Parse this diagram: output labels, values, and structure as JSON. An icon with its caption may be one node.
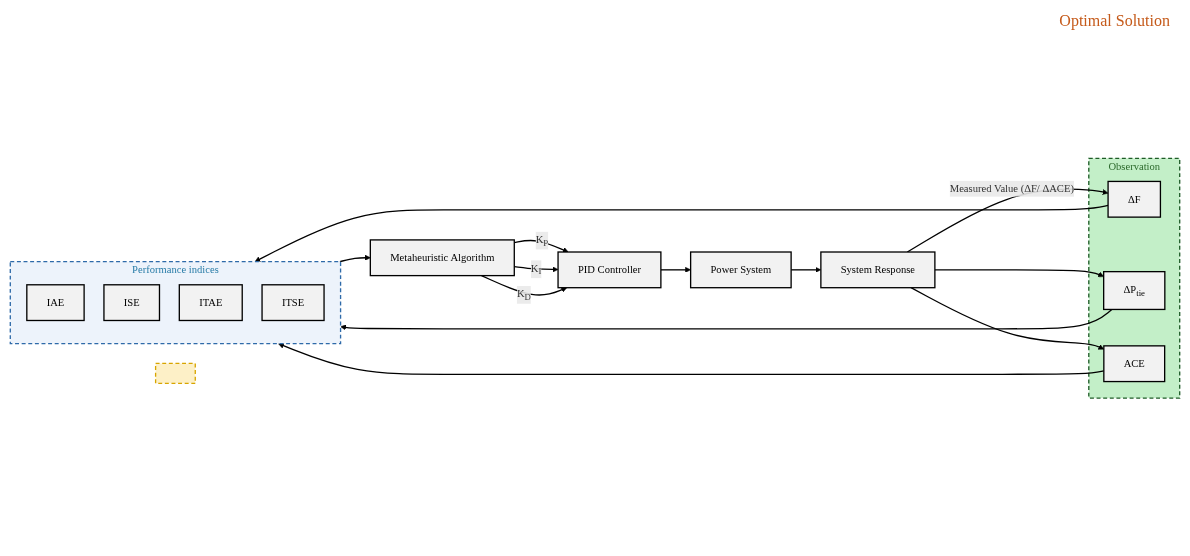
{
  "diagram": {
    "nodes": [
      {
        "text": [
          "Observation"
        ]
      },
      {
        "text": [
          "ΔF"
        ],
        "in": 0
      },
      {
        "text": [
          "ΔP$_{tie}$"
        ],
        "in": 0
      },
      {
        "text": [
          "ACE"
        ],
        "in": 0
      },
      {
        "text": [
          "Performance indices"
        ]
      },
      {
        "text": [
          "IAE"
        ],
        "in": 4
      },
      {
        "text": [
          "ISE"
        ],
        "in": 4
      },
      {
        "text": [
          "ITAE"
        ],
        "in": 4
      },
      {
        "text": [
          "ITSE"
        ],
        "in": 4
      },
      {
        "text": [
          "Metaheuristic Algorithm"
        ]
      },
      {
        "text": [],
        "shape": "box"
      },
      {
        "text": [
          "PID Controller"
        ]
      },
      {
        "text": [
          "Power System"
        ]
      },
      {
        "text": [
          "System Response"
        ]
      }
    ],
    "edges": [
      {
        "from": 1,
        "to": 4,
        "arrow": "to"
      },
      {
        "from": 2,
        "to": 4,
        "arrow": "to"
      },
      {
        "from": 3,
        "to": 4,
        "arrow": "to"
      },
      {
        "from": 4,
        "to": 9,
        "arrow": "to"
      },
      {
        "from": 9,
        "to": 11,
        "arrow": "to",
        "label": "K$_{P}$"
      },
      {
        "from": 9,
        "to": 11,
        "arrow": "to",
        "label": "K$_{I}$"
      },
      {
        "from": 9,
        "to": 11,
        "arrow": "to",
        "label": "K$_{D}$"
      },
      {
        "from": 11,
        "to": 12,
        "arrow": "to"
      },
      {
        "from": 12,
        "to": 13,
        "arrow": "to"
      },
      {
        "from": 13,
        "to": 1,
        "arrow": "to",
        "label": "Measured Value (ΔF/ ΔACE)"
      },
      {
        "from": 13,
        "to": 2,
        "arrow": "to"
      },
      {
        "from": 13,
        "to": 3,
        "arrow": "to"
      }
    ],
    "labels": [
      "Optimal Solution"
    ]
  }
}
